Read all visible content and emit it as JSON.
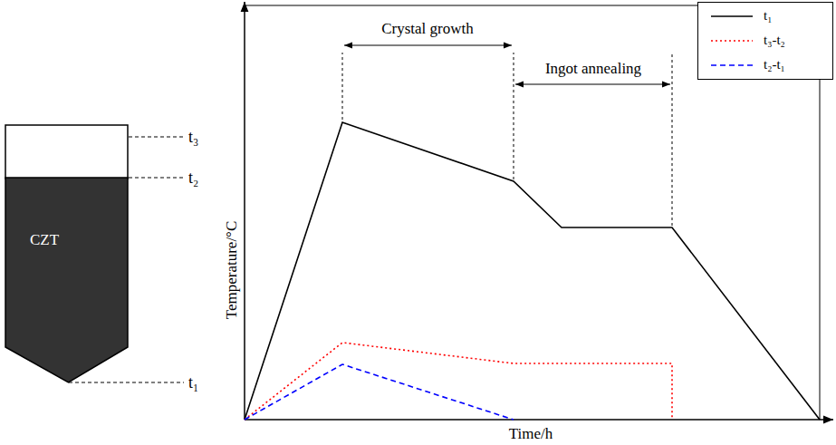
{
  "diagram": {
    "nodes": [
      {
        "text": [
          "CZT"
        ]
      }
    ],
    "edges": [],
    "labels": [
      "t₃",
      "t₂",
      "t₁",
      "Crystal growth",
      "Ingot annealing",
      "Temperature/°C",
      "Time/h"
    ],
    "legend": [
      {
        "text": "t₁"
      },
      {
        "text": "t₃-t₂"
      },
      {
        "text": "t₂-t₁"
      }
    ]
  }
}
